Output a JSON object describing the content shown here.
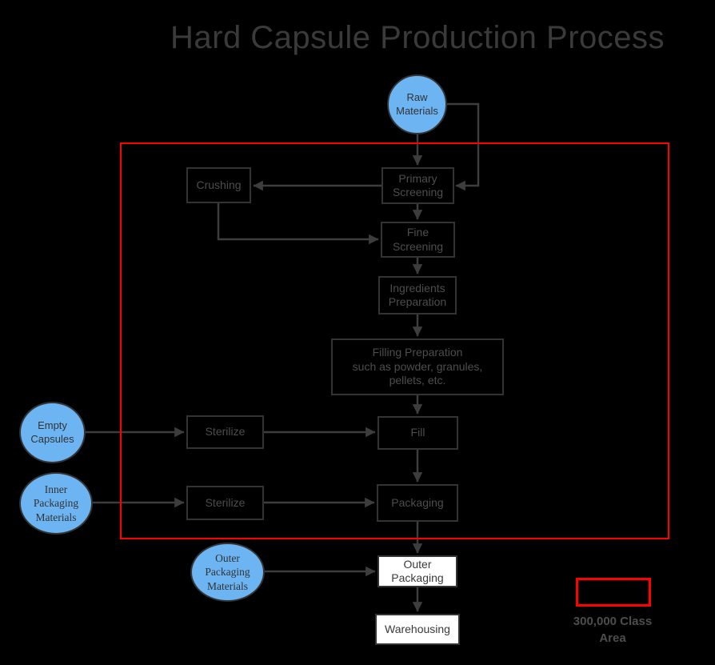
{
  "title": "Hard Capsule Production Process",
  "legend": {
    "label": "300,000 Class Area"
  },
  "colors": {
    "background": "#000000",
    "class_area_border": "#ff0000",
    "material_node_fill": "#6cb4f2",
    "node_border": "#333333",
    "node_text": "#4d4d4d",
    "arrow": "#3d3d3d",
    "title_text": "#3a3a3a",
    "external_node_fill": "#ffffff"
  },
  "nodes": {
    "raw_materials": {
      "label": "Raw Materials",
      "shape": "ellipse"
    },
    "primary_screening": {
      "label": "Primary Screening",
      "shape": "rect"
    },
    "crushing": {
      "label": "Crushing",
      "shape": "rect"
    },
    "fine_screening": {
      "label": "Fine Screening",
      "shape": "rect"
    },
    "ingredients_preparation": {
      "label": "Ingredients Preparation",
      "shape": "rect"
    },
    "filling_preparation": {
      "label": "Filling Preparation\nsuch as powder, granules,\npellets, etc.",
      "shape": "rect"
    },
    "empty_capsules": {
      "label": "Empty Capsules",
      "shape": "ellipse"
    },
    "sterilize_capsules": {
      "label": "Sterilize",
      "shape": "rect"
    },
    "fill": {
      "label": "Fill",
      "shape": "rect"
    },
    "inner_packaging_materials": {
      "label": "Inner Packaging Materials",
      "shape": "ellipse"
    },
    "sterilize_inner_packaging": {
      "label": "Sterilize",
      "shape": "rect"
    },
    "packaging": {
      "label": "Packaging",
      "shape": "rect"
    },
    "outer_packaging_materials": {
      "label": "Outer Packaging Materials",
      "shape": "ellipse"
    },
    "outer_packaging": {
      "label": "Outer Packaging",
      "shape": "rect"
    },
    "warehousing": {
      "label": "Warehousing",
      "shape": "rect"
    }
  },
  "edges": [
    {
      "from": "raw_materials",
      "to": "primary_screening",
      "via": "top"
    },
    {
      "from": "raw_materials",
      "to": "primary_screening",
      "via": "right-side-loop"
    },
    {
      "from": "primary_screening",
      "to": "crushing"
    },
    {
      "from": "crushing",
      "to": "fine_screening"
    },
    {
      "from": "primary_screening",
      "to": "fine_screening"
    },
    {
      "from": "fine_screening",
      "to": "ingredients_preparation"
    },
    {
      "from": "ingredients_preparation",
      "to": "filling_preparation"
    },
    {
      "from": "filling_preparation",
      "to": "fill"
    },
    {
      "from": "empty_capsules",
      "to": "sterilize_capsules"
    },
    {
      "from": "sterilize_capsules",
      "to": "fill"
    },
    {
      "from": "fill",
      "to": "packaging"
    },
    {
      "from": "inner_packaging_materials",
      "to": "sterilize_inner_packaging"
    },
    {
      "from": "sterilize_inner_packaging",
      "to": "packaging"
    },
    {
      "from": "packaging",
      "to": "outer_packaging"
    },
    {
      "from": "outer_packaging_materials",
      "to": "outer_packaging"
    },
    {
      "from": "outer_packaging",
      "to": "warehousing"
    }
  ]
}
